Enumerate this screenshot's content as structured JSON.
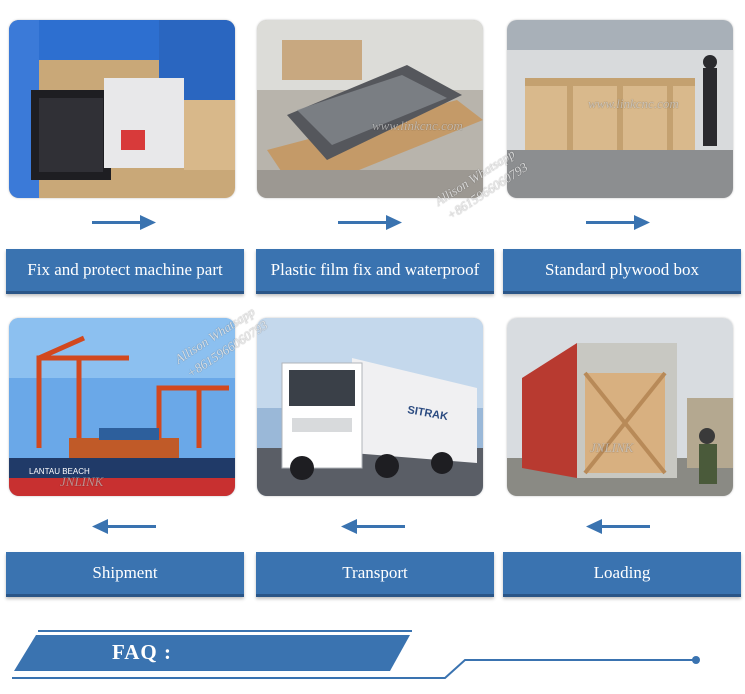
{
  "steps": [
    {
      "label": "Fix and protect machine part",
      "caption": ""
    },
    {
      "label": "Plastic film fix and waterproof",
      "caption": ""
    },
    {
      "label": "Standard plywood box",
      "caption": ""
    },
    {
      "label": "Shipment",
      "caption": "LANTAU BEACH"
    },
    {
      "label": "Transport",
      "caption": "SITRAK"
    },
    {
      "label": "Loading",
      "caption": ""
    }
  ],
  "watermarks": {
    "site": "www.linkcnc.com",
    "contact_name": "Allison Whatsapp",
    "contact_phone": "+8615966060793",
    "brand": "JNLINK"
  },
  "faq": {
    "title": "FAQ :"
  },
  "colors": {
    "accent": "#3a73b0",
    "accent_dark": "#2a5587"
  }
}
